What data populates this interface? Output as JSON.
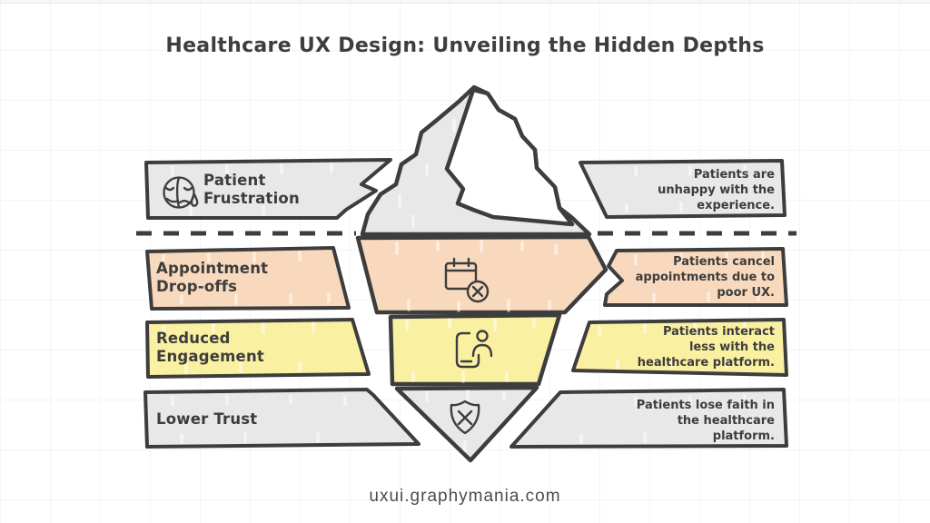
{
  "title": "Healthcare UX Design: Unveiling the Hidden Depths",
  "footer": "uxui.graphymania.com",
  "colors": {
    "outline": "#3d3d3d",
    "gray": "#e8e8e8",
    "peach": "#f9d9bd",
    "yellow": "#faf0a2",
    "white": "#ffffff"
  },
  "layers": [
    {
      "id": "patient-frustration",
      "label": "Patient\nFrustration",
      "description": "Patients are\nunhappy with the\nexperience.",
      "color": "#e8e8e8",
      "icon": "sad-happy-face-icon"
    },
    {
      "id": "appointment-dropoffs",
      "label": "Appointment\nDrop-offs",
      "description": "Patients cancel\nappointments due to\npoor UX.",
      "color": "#f9d9bd",
      "icon": "calendar-cancel-icon"
    },
    {
      "id": "reduced-engagement",
      "label": "Reduced\nEngagement",
      "description": "Patients interact\nless with the\nhealthcare platform.",
      "color": "#faf0a2",
      "icon": "phone-user-icon"
    },
    {
      "id": "lower-trust",
      "label": "Lower Trust",
      "description": "Patients lose faith in\nthe healthcare\nplatform.",
      "color": "#e8e8e8",
      "icon": "shield-x-icon"
    }
  ]
}
